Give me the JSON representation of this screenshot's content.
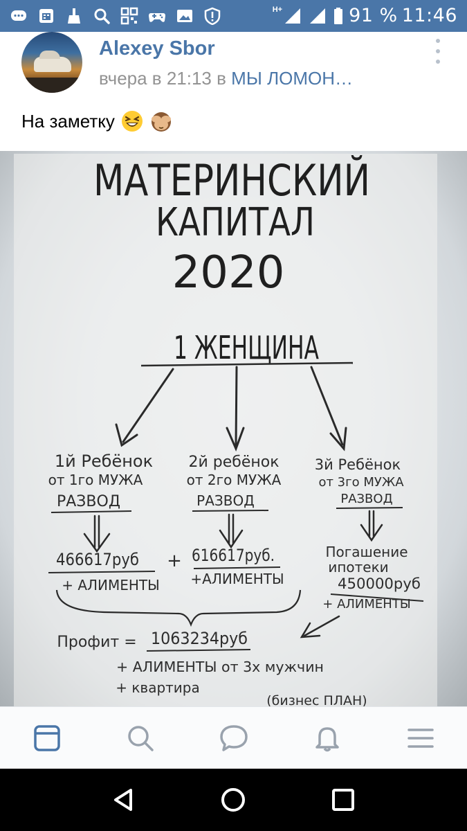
{
  "status_bar": {
    "network_type": "H+",
    "battery_percent": "91 %",
    "time": "11:46",
    "left_icons": [
      "messages-icon",
      "calendar-app-icon",
      "cleaner-icon",
      "search-icon",
      "qr-code-icon",
      "gamepad-icon",
      "gallery-icon",
      "shield-alert-icon"
    ],
    "right_icons": [
      "signal-icon",
      "signal-icon-2",
      "battery-icon"
    ]
  },
  "post": {
    "author": "Alexey Sbor",
    "time_prefix": "вчера в 21:13 в",
    "group": "МЫ  ЛОМОН…",
    "text": "На заметку",
    "emojis": [
      "laughing-face-emoji",
      "see-no-evil-monkey-emoji"
    ]
  },
  "photo": {
    "alt_name": "handwritten-maternity-capital-note",
    "lines": {
      "title_1": "МАТЕРИНСКИЙ",
      "title_2": "КАПИТАЛ",
      "year": "2020",
      "woman": "1 ЖЕНЩИНА",
      "c1_1": "1й Ребёнок",
      "c1_2": "от 1го МУЖА",
      "c1_3": "РАЗВОД",
      "c1_sum": "466617руб",
      "c1_alim": "+ АЛИМЕНТЫ",
      "plus": "+",
      "c2_1": "2й ребёнок",
      "c2_2": "от 2го МУЖА",
      "c2_3": "РАЗВОД",
      "c2_sum": "616617руб.",
      "c2_alim": "+АЛИМЕНТЫ",
      "c3_1": "3й Ребёнок",
      "c3_2": "от 3го МУЖА",
      "c3_3": "РАЗВОД",
      "c3_4": "Погашение",
      "c3_5": "ипотеки",
      "c3_sum": "450000руб",
      "c3_alim": "+ АЛИМЕНТЫ",
      "profit_label": "Профит =",
      "profit_sum": "1063234руб",
      "profit_l2": "+ АЛИМЕНТЫ от 3х мужчин",
      "profit_l3": "+ квартира",
      "plan": "(бизнес ПЛАН)"
    }
  },
  "bottom_nav": {
    "items": [
      {
        "name": "news-tab",
        "icon": "feed-icon",
        "active": true
      },
      {
        "name": "search-tab",
        "icon": "search-icon",
        "active": false
      },
      {
        "name": "messages-tab",
        "icon": "chat-bubble-icon",
        "active": false
      },
      {
        "name": "notifications-tab",
        "icon": "bell-icon",
        "active": false
      },
      {
        "name": "menu-tab",
        "icon": "hamburger-menu-icon",
        "active": false
      }
    ]
  },
  "android_nav": {
    "items": [
      "back-icon",
      "home-icon",
      "recents-icon"
    ]
  },
  "colors": {
    "accent": "#4a76a8",
    "meta_grey": "#939393",
    "nav_icon_grey": "#99a2ad",
    "nav_active": "#4a76a8"
  }
}
